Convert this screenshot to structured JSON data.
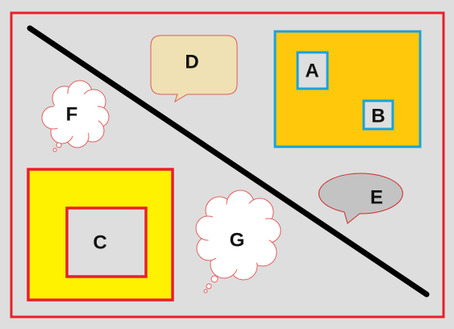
{
  "diagram": {
    "labels": {
      "a": "A",
      "b": "B",
      "c": "C",
      "d": "D",
      "e": "E",
      "f": "F",
      "g": "G"
    },
    "colors": {
      "background": "#dedede",
      "outer_border": "#e8202a",
      "orange_box": "#ffc80a",
      "blue_border": "#1aa3d8",
      "yellow_box": "#fff200",
      "red_border": "#e8202a",
      "diagonal_line": "#000000",
      "speech_bubble_d": "#efe1b4",
      "speech_bubble_e": "#c3c3c3",
      "thought_cloud": "#ffffff"
    }
  }
}
